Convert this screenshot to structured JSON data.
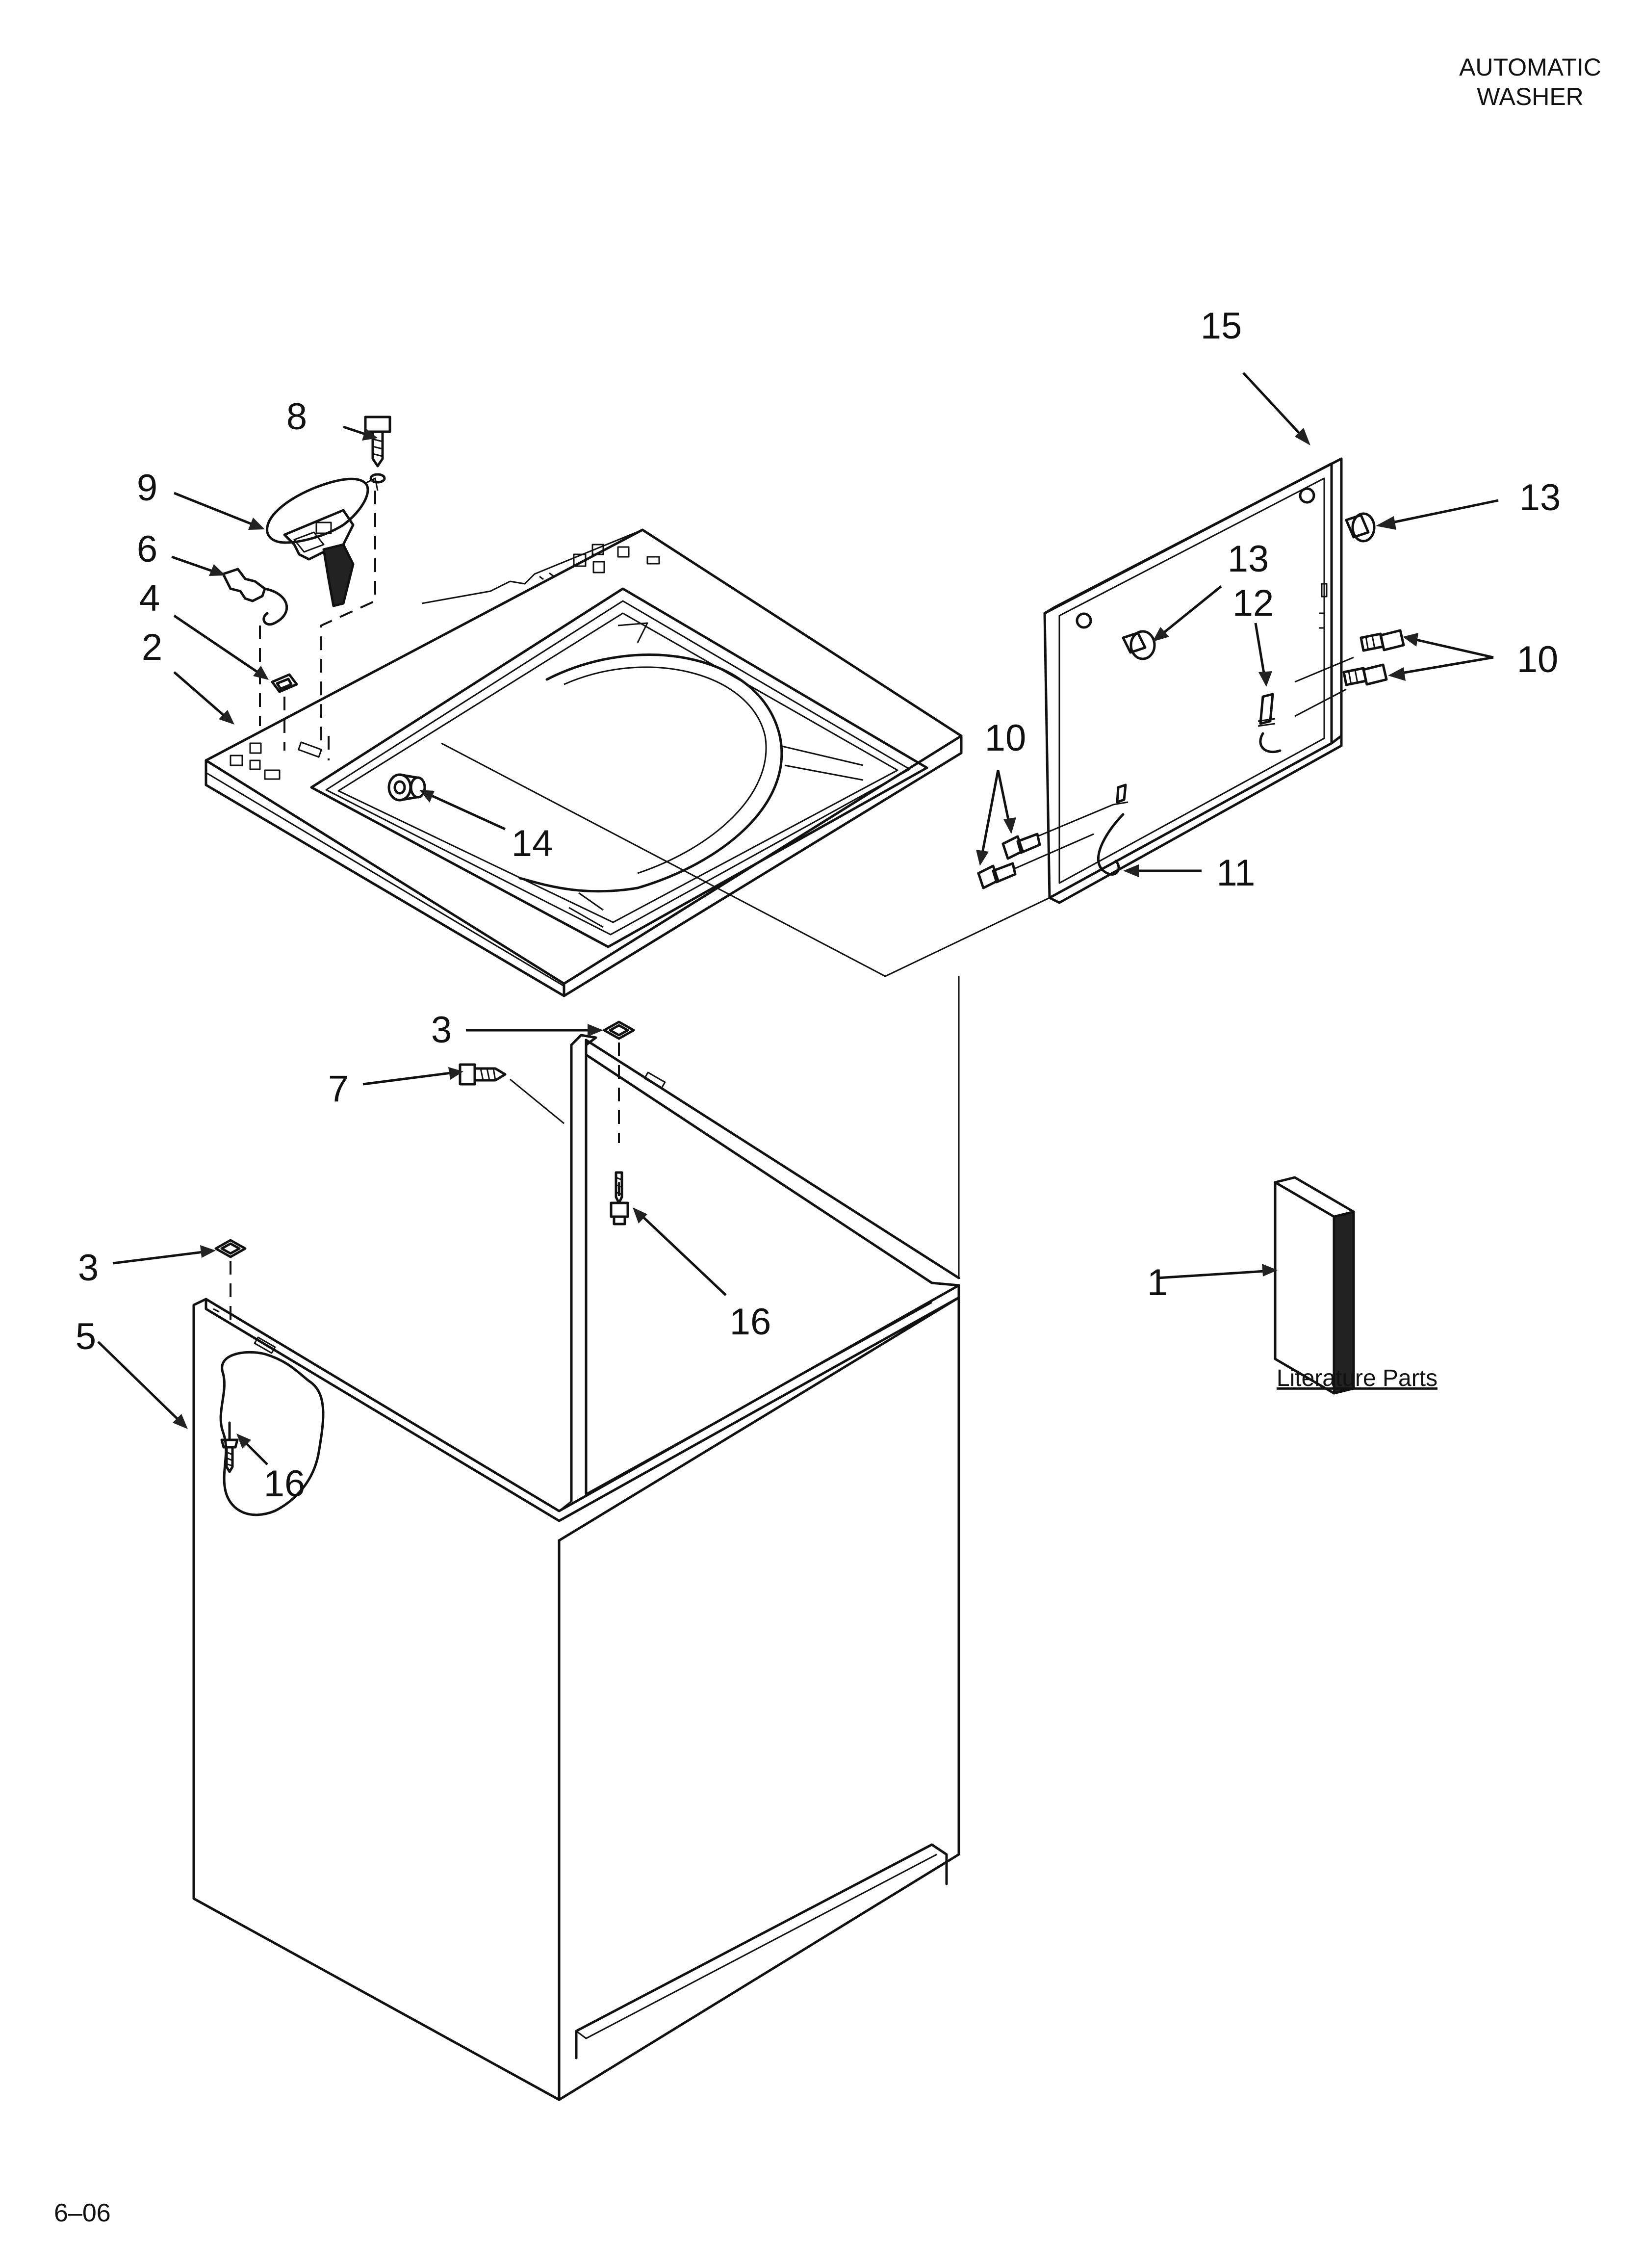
{
  "header": {
    "line1": "AUTOMATIC",
    "line2": "WASHER"
  },
  "footer": {
    "code": "6–06"
  },
  "literature": {
    "label": "Literature Parts"
  },
  "callouts": [
    {
      "id": "c15",
      "text": "15",
      "part": "lid"
    },
    {
      "id": "c13a",
      "text": "13",
      "part": "bumper"
    },
    {
      "id": "c8",
      "text": "8",
      "part": "screw"
    },
    {
      "id": "c9",
      "text": "9",
      "part": "lid-switch"
    },
    {
      "id": "c6",
      "text": "6",
      "part": "clip"
    },
    {
      "id": "c4",
      "text": "4",
      "part": "clip"
    },
    {
      "id": "c2",
      "text": "2",
      "part": "top"
    },
    {
      "id": "c13b",
      "text": "13",
      "part": "bumper"
    },
    {
      "id": "c12",
      "text": "12",
      "part": "hinge"
    },
    {
      "id": "c10a",
      "text": "10",
      "part": "screw"
    },
    {
      "id": "c10b",
      "text": "10",
      "part": "screw"
    },
    {
      "id": "c11",
      "text": "11",
      "part": "hinge"
    },
    {
      "id": "c14",
      "text": "14",
      "part": "plug"
    },
    {
      "id": "c3a",
      "text": "3",
      "part": "clip"
    },
    {
      "id": "c7",
      "text": "7",
      "part": "screw"
    },
    {
      "id": "c16a",
      "text": "16",
      "part": "screw"
    },
    {
      "id": "c3b",
      "text": "3",
      "part": "clip"
    },
    {
      "id": "c5",
      "text": "5",
      "part": "cabinet"
    },
    {
      "id": "c16b",
      "text": "16",
      "part": "screw"
    },
    {
      "id": "c1",
      "text": "1",
      "part": "literature"
    }
  ]
}
